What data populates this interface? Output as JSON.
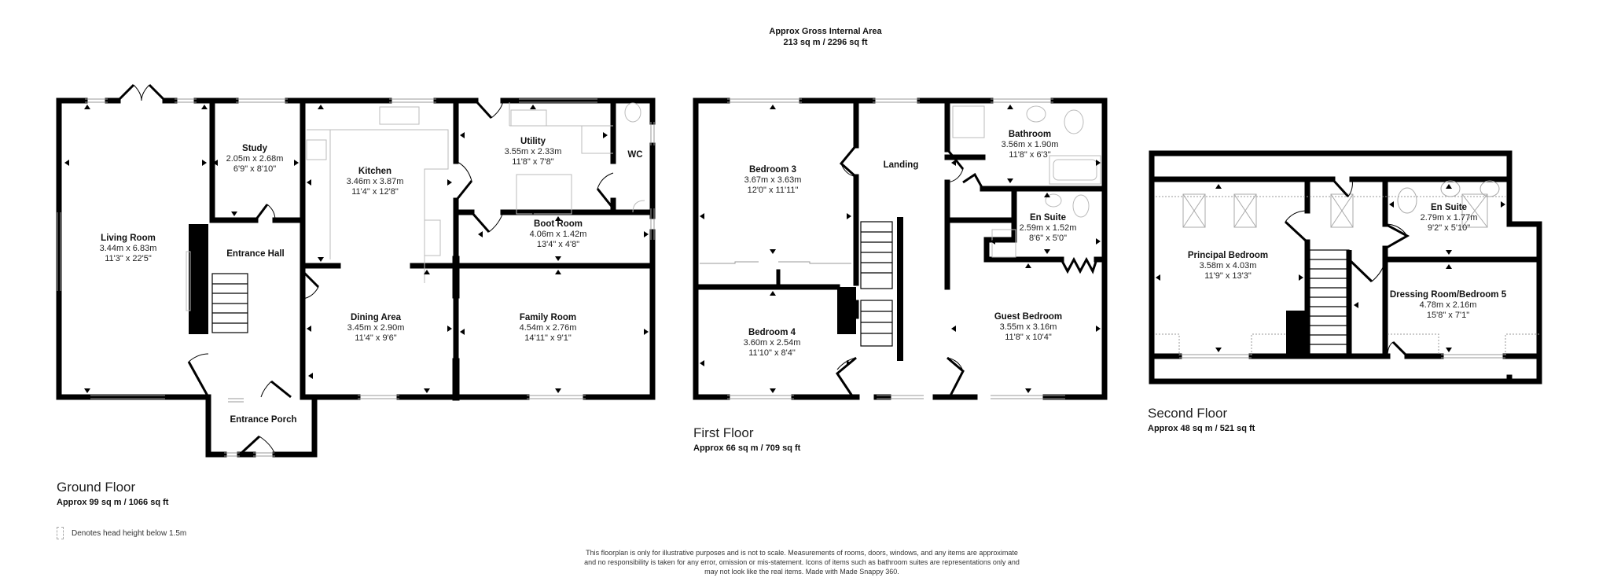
{
  "header": {
    "title": "Approx Gross Internal Area",
    "total_area": "213 sq m / 2296 sq ft"
  },
  "floors": [
    {
      "name": "Ground Floor",
      "area": "Approx 99 sq m / 1066 sq ft",
      "rooms": [
        {
          "name": "Living Room",
          "metric": "3.44m x 6.83m",
          "imperial": "11'3\" x 22'5\""
        },
        {
          "name": "Study",
          "metric": "2.05m x 2.68m",
          "imperial": "6'9\" x 8'10\""
        },
        {
          "name": "Entrance Hall",
          "metric": "",
          "imperial": ""
        },
        {
          "name": "Kitchen",
          "metric": "3.46m x 3.87m",
          "imperial": "11'4\" x 12'8\""
        },
        {
          "name": "Utility",
          "metric": "3.55m x 2.33m",
          "imperial": "11'8\" x 7'8\""
        },
        {
          "name": "WC",
          "metric": "",
          "imperial": ""
        },
        {
          "name": "Boot Room",
          "metric": "4.06m x 1.42m",
          "imperial": "13'4\" x 4'8\""
        },
        {
          "name": "Dining Area",
          "metric": "3.45m x 2.90m",
          "imperial": "11'4\" x 9'6\""
        },
        {
          "name": "Family Room",
          "metric": "4.54m x 2.76m",
          "imperial": "14'11\" x 9'1\""
        },
        {
          "name": "Entrance Porch",
          "metric": "",
          "imperial": ""
        }
      ]
    },
    {
      "name": "First Floor",
      "area": "Approx 66 sq m / 709 sq ft",
      "rooms": [
        {
          "name": "Bedroom 3",
          "metric": "3.67m x 3.63m",
          "imperial": "12'0\" x 11'11\""
        },
        {
          "name": "Landing",
          "metric": "",
          "imperial": ""
        },
        {
          "name": "Bathroom",
          "metric": "3.56m x 1.90m",
          "imperial": "11'8\" x 6'3\""
        },
        {
          "name": "En Suite",
          "metric": "2.59m x 1.52m",
          "imperial": "8'6\" x 5'0\""
        },
        {
          "name": "Bedroom 4",
          "metric": "3.60m x 2.54m",
          "imperial": "11'10\" x 8'4\""
        },
        {
          "name": "Guest Bedroom",
          "metric": "3.55m x 3.16m",
          "imperial": "11'8\" x 10'4\""
        }
      ]
    },
    {
      "name": "Second Floor",
      "area": "Approx 48 sq m / 521 sq ft",
      "rooms": [
        {
          "name": "Principal Bedroom",
          "metric": "3.58m x 4.03m",
          "imperial": "11'9\" x 13'3\""
        },
        {
          "name": "En Suite",
          "metric": "2.79m x 1.77m",
          "imperial": "9'2\" x 5'10\""
        },
        {
          "name": "Dressing Room/Bedroom 5",
          "metric": "4.78m x 2.16m",
          "imperial": "15'8\" x 7'1\""
        }
      ]
    }
  ],
  "legend": {
    "text": "Denotes head height below 1.5m"
  },
  "disclaimer": {
    "line1": "This floorplan is only for illustrative purposes and is not to scale. Measurements of rooms, doors, windows, and any items are approximate",
    "line2": "and no responsibility is taken for any error, omission or mis-statement. Icons of items such as bathroom suites are representations only and",
    "line3": "may not look like the real items. Made with Made Snappy 360."
  },
  "colors": {
    "wall": "#000000",
    "fixture": "#bbbbbb",
    "background": "#ffffff"
  }
}
